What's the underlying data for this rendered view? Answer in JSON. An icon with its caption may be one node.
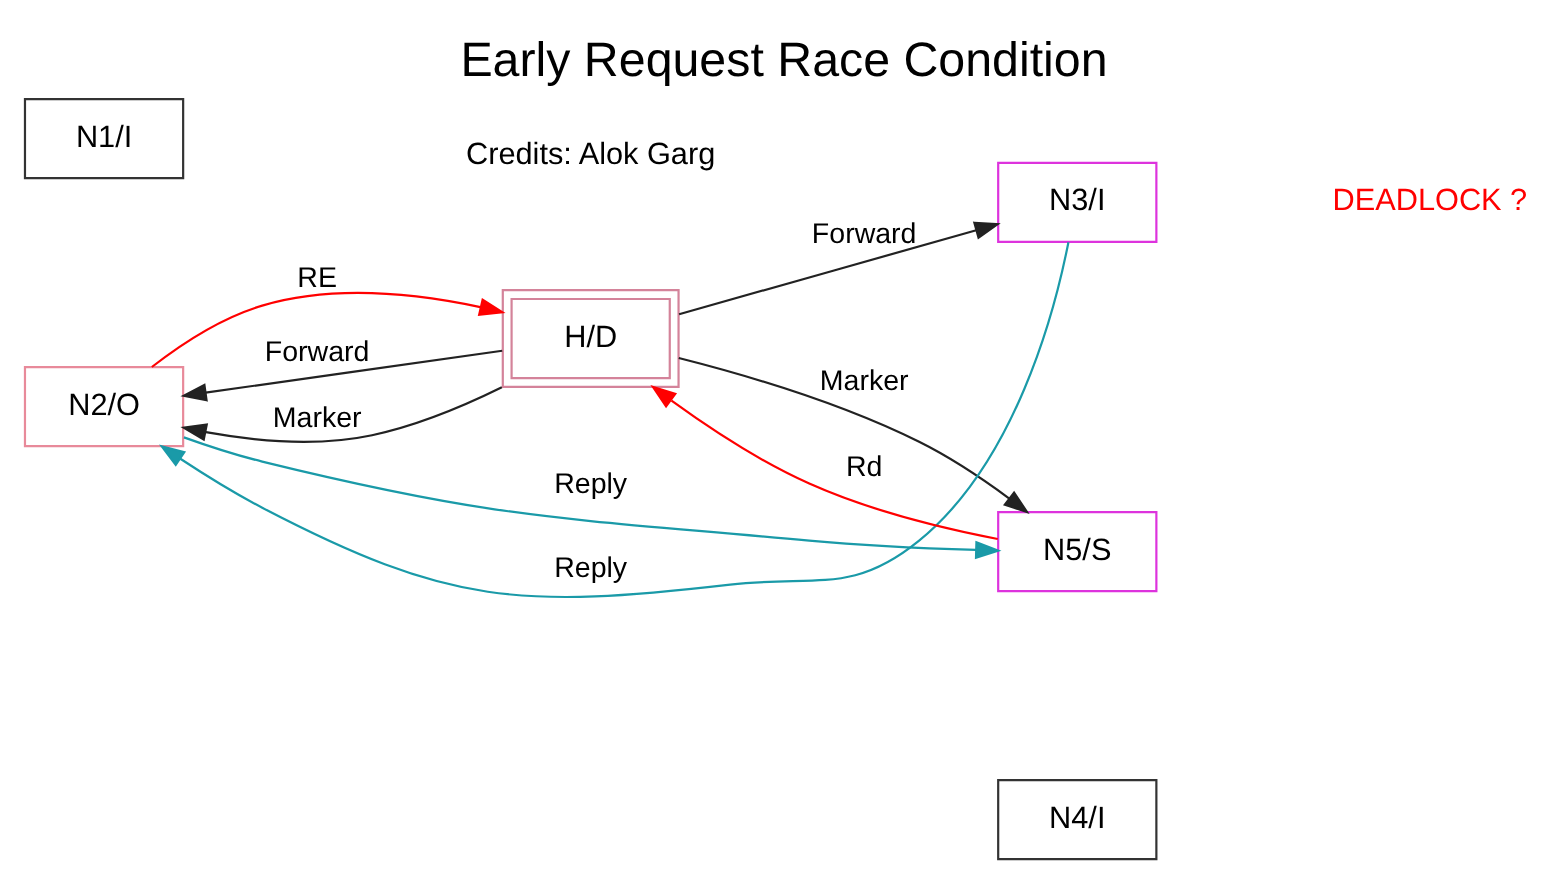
{
  "diagram": {
    "title": "Early Request Race Condition",
    "nodes": [
      {
        "text": [
          "N1/I"
        ]
      },
      {
        "text": [
          "N2/O"
        ]
      },
      {
        "text": [
          "H/D"
        ]
      },
      {
        "text": [
          "N3/I"
        ]
      },
      {
        "text": [
          "N5/S"
        ]
      },
      {
        "text": [
          "N4/I"
        ]
      }
    ],
    "edges": [
      {
        "from": 1,
        "to": 2,
        "arrow": "to",
        "label": "RE",
        "color": "#ff0000"
      },
      {
        "from": 2,
        "to": 1,
        "arrow": "to",
        "label": "Forward"
      },
      {
        "from": 2,
        "to": 1,
        "arrow": "to",
        "label": "Marker"
      },
      {
        "from": 2,
        "to": 3,
        "arrow": "to",
        "label": "Forward"
      },
      {
        "from": 2,
        "to": 4,
        "arrow": "to",
        "label": "Marker"
      },
      {
        "from": 4,
        "to": 2,
        "arrow": "to",
        "label": "Rd",
        "color": "#ff0000"
      },
      {
        "from": 3,
        "to": 1,
        "arrow": "to",
        "label": "Reply",
        "color": "#1a9aa8"
      },
      {
        "from": 1,
        "to": 4,
        "arrow": "to",
        "label": "Reply",
        "color": "#1a9aa8"
      }
    ],
    "labels": [
      "DEADLOCK ?",
      "Credits: Alok Garg"
    ]
  }
}
